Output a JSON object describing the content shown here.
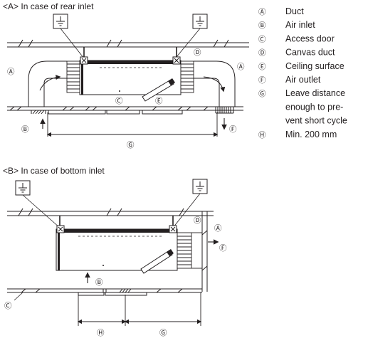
{
  "diagram": {
    "section_a_title": "<A> In case of rear inlet",
    "section_b_title": "<B> In case of bottom inlet",
    "letters": {
      "a": "Ⓐ",
      "b": "Ⓑ",
      "c": "Ⓒ",
      "d": "Ⓓ",
      "e": "Ⓔ",
      "f": "Ⓕ",
      "g": "Ⓖ",
      "h": "Ⓗ"
    }
  },
  "legend": [
    {
      "letter": "Ⓐ",
      "lines": [
        "Duct"
      ]
    },
    {
      "letter": "Ⓑ",
      "lines": [
        "Air inlet"
      ]
    },
    {
      "letter": "Ⓒ",
      "lines": [
        "Access door"
      ]
    },
    {
      "letter": "Ⓓ",
      "lines": [
        "Canvas duct"
      ]
    },
    {
      "letter": "Ⓔ",
      "lines": [
        "Ceiling surface"
      ]
    },
    {
      "letter": "Ⓕ",
      "lines": [
        "Air outlet"
      ]
    },
    {
      "letter": "Ⓖ",
      "lines": [
        "Leave distance",
        "enough to pre-",
        "vent short cycle"
      ]
    },
    {
      "letter": "Ⓗ",
      "lines": [
        "Min. 200 mm"
      ]
    }
  ],
  "icons": [
    "earth-ground-icon",
    "flow-arrow-icon",
    "hanger-bolt-icon"
  ]
}
